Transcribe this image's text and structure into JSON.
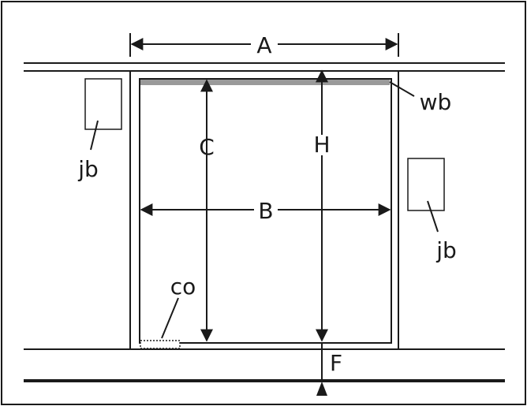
{
  "diagram": {
    "labels": {
      "A": "A",
      "B": "B",
      "C": "C",
      "H": "H",
      "F": "F",
      "wb": "wb",
      "jb_left": "jb",
      "jb_right": "jb",
      "co": "co"
    }
  }
}
